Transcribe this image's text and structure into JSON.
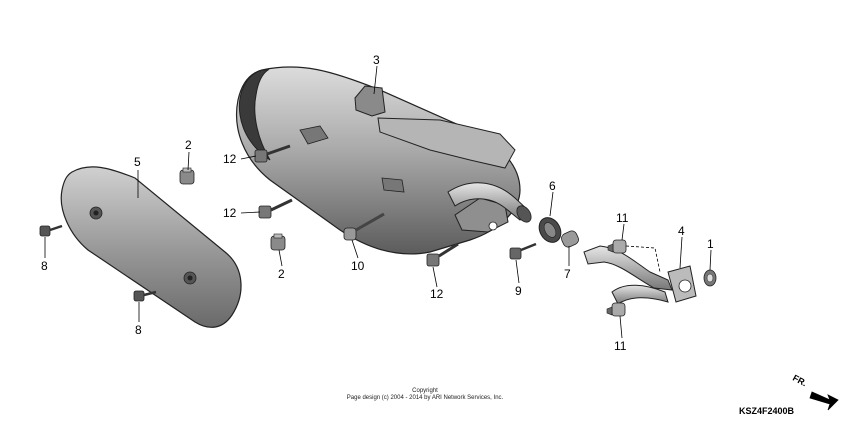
{
  "diagram": {
    "callouts": {
      "muffler": "3",
      "muffler_bolt_upper": "12",
      "muffler_bolt_mid": "12",
      "muffler_bolt_lower": "12",
      "nut_upper": "2",
      "nut_lower": "2",
      "protector": "5",
      "protector_screw_upper": "8",
      "protector_screw_lower": "8",
      "stud_bolt": "10",
      "exhaust_band": "6",
      "bolt_9": "9",
      "joint_collar": "7",
      "nut_11_upper": "11",
      "nut_11_lower": "11",
      "exhaust_pipe": "4",
      "gasket": "1"
    },
    "copyright_line1": "Copyright",
    "copyright_line2": "Page design (c) 2004 - 2014 by ARI Network Services, Inc.",
    "direction_label": "FR.",
    "code": "KSZ4F2400B"
  }
}
